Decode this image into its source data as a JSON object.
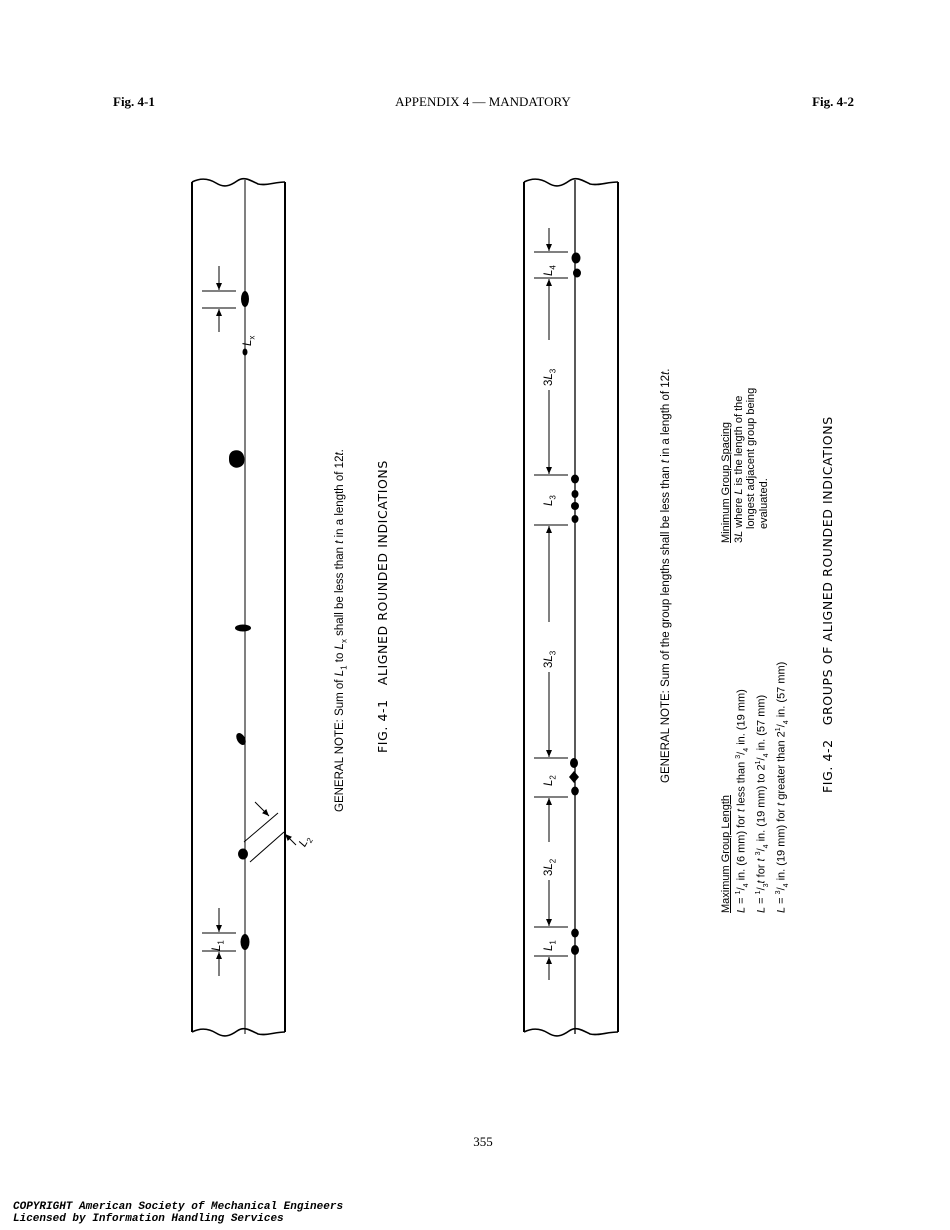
{
  "header": {
    "left": "Fig. 4-1",
    "center": "APPENDIX 4 — MANDATORY",
    "right": "Fig. 4-2"
  },
  "fig1": {
    "labels": {
      "lx": "Lx",
      "l1": "L1",
      "l2": "L2"
    },
    "general_note": "GENERAL NOTE: Sum of L1 to Lx shall be less than t in a length of 12t.",
    "general_note_parts": {
      "prefix": "GENERAL NOTE: Sum of ",
      "l1": "L",
      "l1_sub": "1",
      "to": " to ",
      "lx": "L",
      "lx_sub": "x",
      "mid": " shall be less than ",
      "t": "t",
      "suffix": " in a length of 12",
      "t2": "t",
      "end": "."
    },
    "caption_num": "FIG. 4-1",
    "caption_title": "ALIGNED ROUNDED INDICATIONS"
  },
  "fig2": {
    "labels": {
      "l4": "L4",
      "3l3_top": "3L3",
      "l3": "L3",
      "3l3_mid": "3L3",
      "l2": "L2",
      "3l2": "3L2",
      "l1": "L1"
    },
    "general_note": "GENERAL NOTE: Sum of the group lengths shall be less than t in a length of 12t.",
    "general_note_parts": {
      "prefix": "GENERAL NOTE: Sum of the group lengths shall be less than ",
      "t": "t",
      "suffix": " in a length of 12",
      "t2": "t",
      "end": "."
    },
    "max_group_length": {
      "title": "Maximum Group Length",
      "rows": [
        "L = 1/4 in. (6 mm) for t less than 3/4 in. (19 mm)",
        "L = 1/3t for t 3/4 in. (19 mm) to 2 1/4 in. (57 mm)",
        "L = 3/4 in. (19 mm) for t greater than 2 1/4 in. (57 mm)"
      ]
    },
    "min_group_spacing": {
      "title": "Minimum Group Spacing",
      "lines": [
        "3L where L is the length of the",
        "longest adjacent group being",
        "evaluated."
      ]
    },
    "caption_num": "FIG. 4-2",
    "caption_title": "GROUPS OF ALIGNED ROUNDED INDICATIONS"
  },
  "footer": {
    "page_number": "355",
    "copyright_line1": "COPYRIGHT American Society of Mechanical Engineers",
    "copyright_line2": "Licensed by Information Handling Services"
  }
}
